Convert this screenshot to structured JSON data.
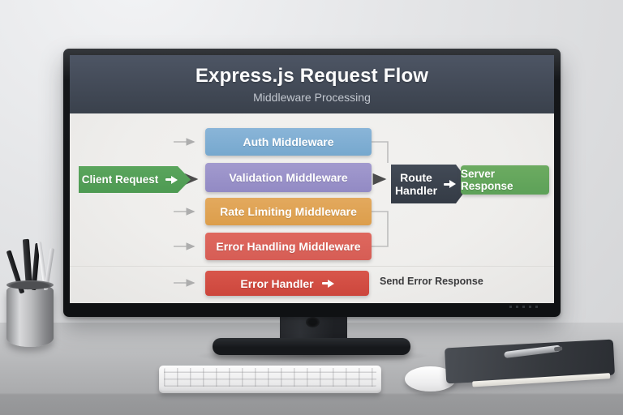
{
  "screen": {
    "title": "Express.js Request Flow",
    "subtitle": "Middleware Processing",
    "flow": {
      "client_request": {
        "label": "Client Request",
        "color": "#53a056"
      },
      "middlewares": [
        {
          "label": "Auth Middleware",
          "color": "#7fadd3"
        },
        {
          "label": "Validation Middleware",
          "color": "#9a92c9"
        },
        {
          "label": "Rate Limiting Middleware",
          "color": "#dfa355"
        },
        {
          "label": "Error Handling Middleware",
          "color": "#da625a"
        },
        {
          "label": "Error Handler",
          "color": "#d14d42"
        }
      ],
      "route_handler": {
        "label": "Route Handler",
        "color": "#3b424d"
      },
      "server_response": {
        "label": "Server Response",
        "color": "#64a65e"
      },
      "error_note": "Send Error Response"
    },
    "colors": {
      "header_bg": "#424a56",
      "content_bg": "#f0efed",
      "connector_light": "#b7b7b7",
      "connector_dark": "#4c4c4c"
    }
  }
}
